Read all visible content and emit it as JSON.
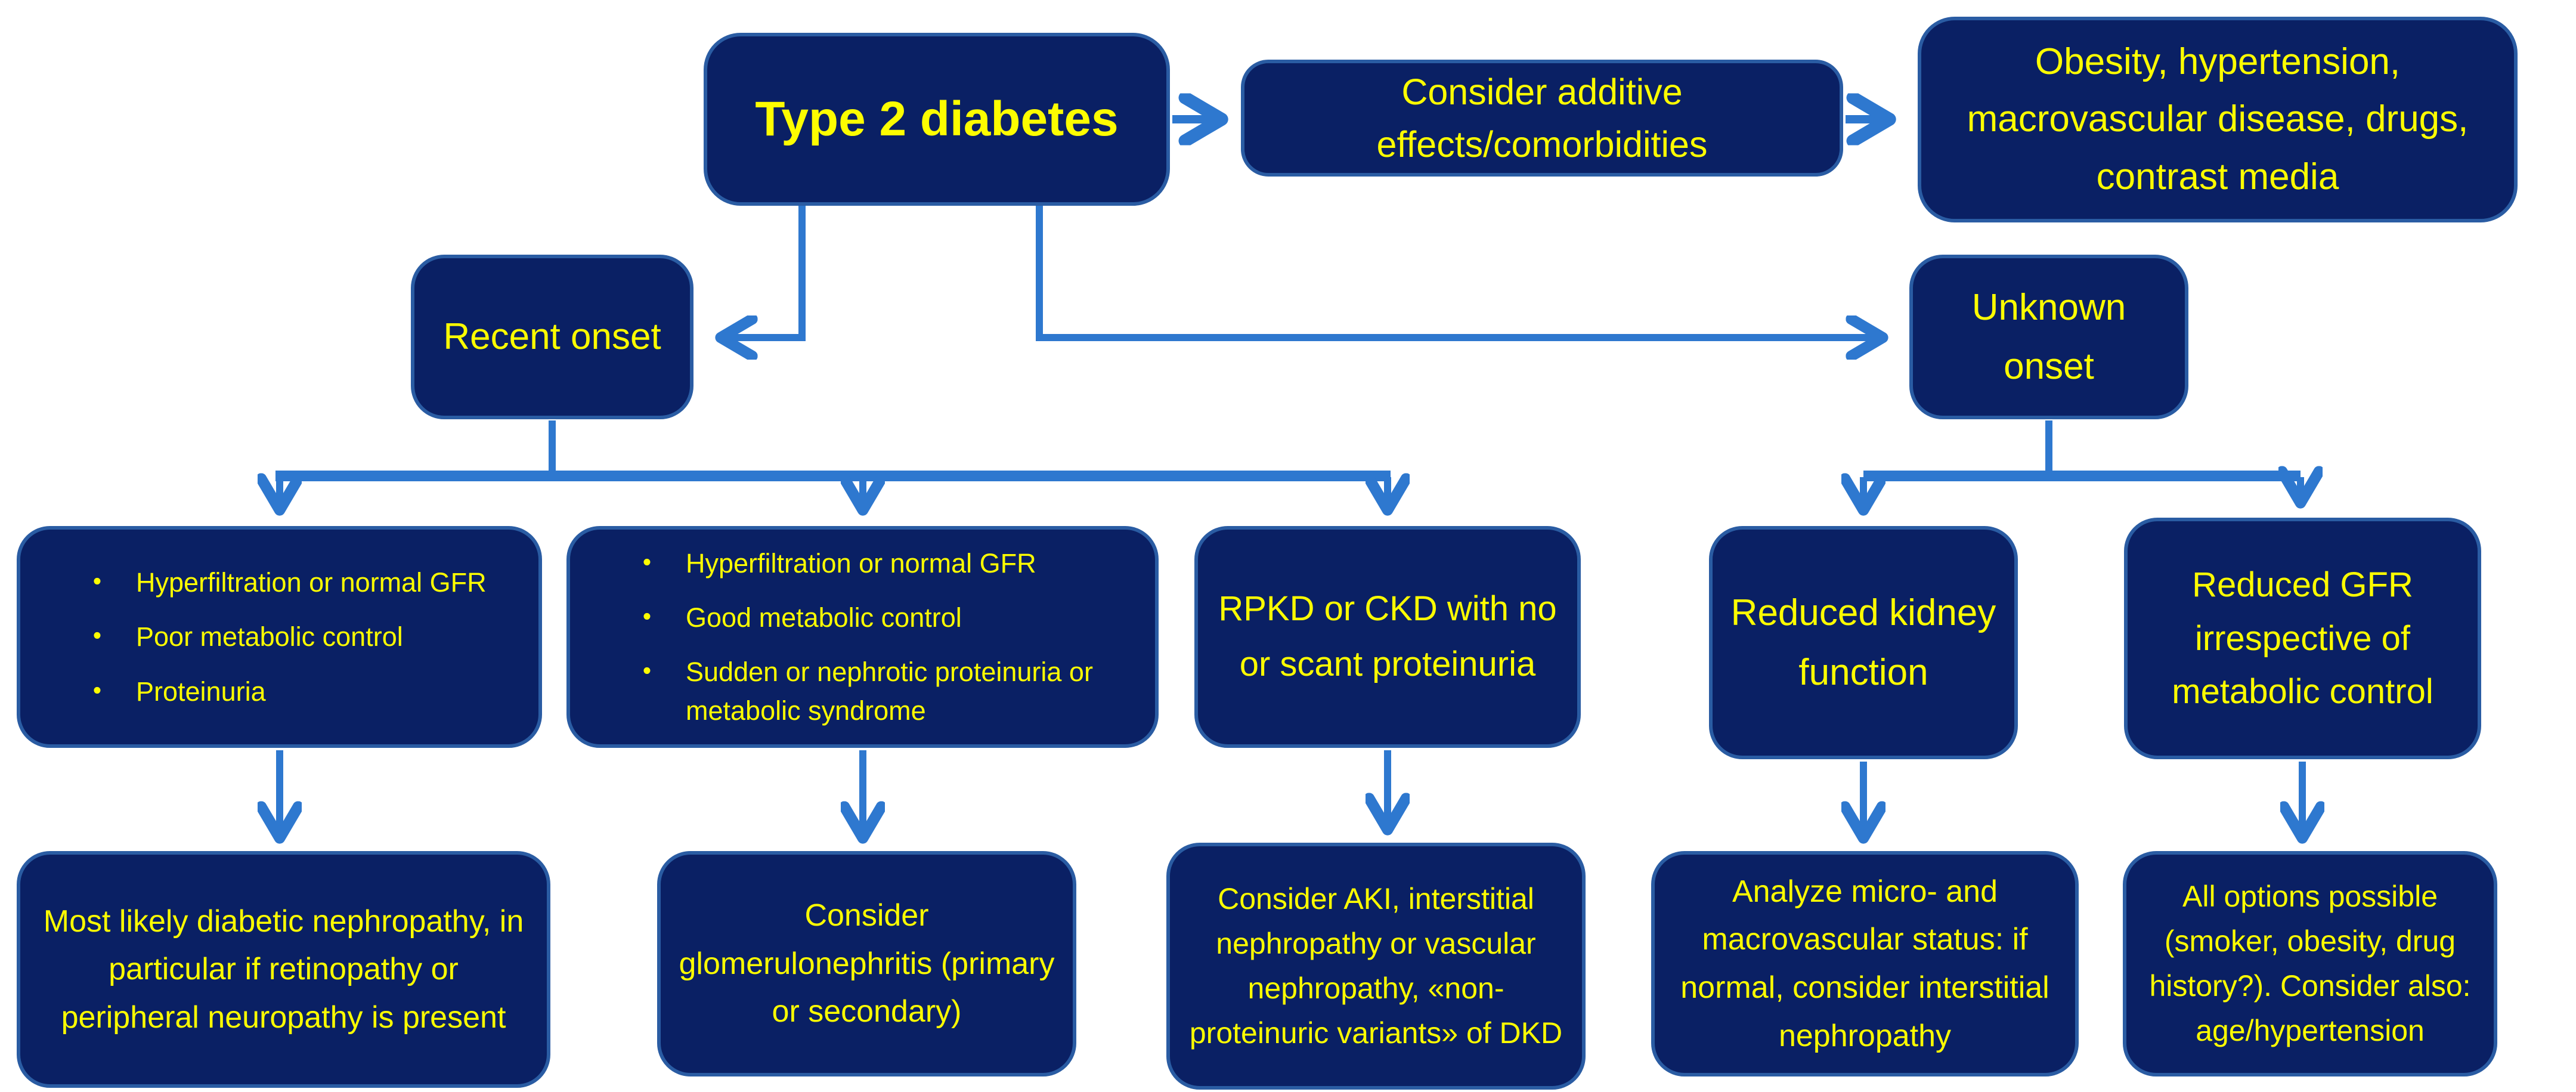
{
  "diagram": {
    "topic": "Type 2 diabetes kidney disease differential flowchart",
    "colors": {
      "box_fill": "#0a2064",
      "box_border": "#2a5ca3",
      "text": "#fdfd00",
      "arrow": "#2e78cf"
    },
    "nodes": {
      "type2": {
        "label": "Type 2 diabetes"
      },
      "additive": {
        "label": "Consider additive effects/comorbidities"
      },
      "obesity": {
        "label": "Obesity, hypertension, macrovascular disease, drugs, contrast media"
      },
      "recent": {
        "label": "Recent onset"
      },
      "unknown": {
        "label": "Unknown onset"
      },
      "hyper_poor": {
        "bullet_glyph": "•",
        "bullets": [
          "Hyperfiltration or normal GFR",
          "Poor metabolic control",
          "Proteinuria"
        ]
      },
      "hyper_good": {
        "bullet_glyph": "•",
        "bullets": [
          "Hyperfiltration or normal GFR",
          "Good metabolic control",
          "Sudden or nephrotic proteinuria or metabolic syndrome"
        ]
      },
      "rpkd": {
        "label": "RPKD or CKD with no or scant proteinuria"
      },
      "reduced_kidney": {
        "label": "Reduced kidney function"
      },
      "reduced_gfr": {
        "label": "Reduced GFR irrespective of metabolic control"
      },
      "diabetic_nephropathy": {
        "label": "Most likely diabetic nephropathy, in particular if retinopathy or peripheral neuropathy is present"
      },
      "glomerulonephritis": {
        "label": "Consider glomerulonephritis (primary or secondary)"
      },
      "aki": {
        "label": "Consider AKI, interstitial nephropathy or vascular nephropathy, «non-proteinuric variants» of DKD"
      },
      "analyze": {
        "label": "Analyze micro- and macrovascular status: if normal, consider interstitial nephropathy"
      },
      "all_options": {
        "label": "All options possible (smoker, obesity, drug history?). Consider also: age/hypertension"
      }
    }
  }
}
